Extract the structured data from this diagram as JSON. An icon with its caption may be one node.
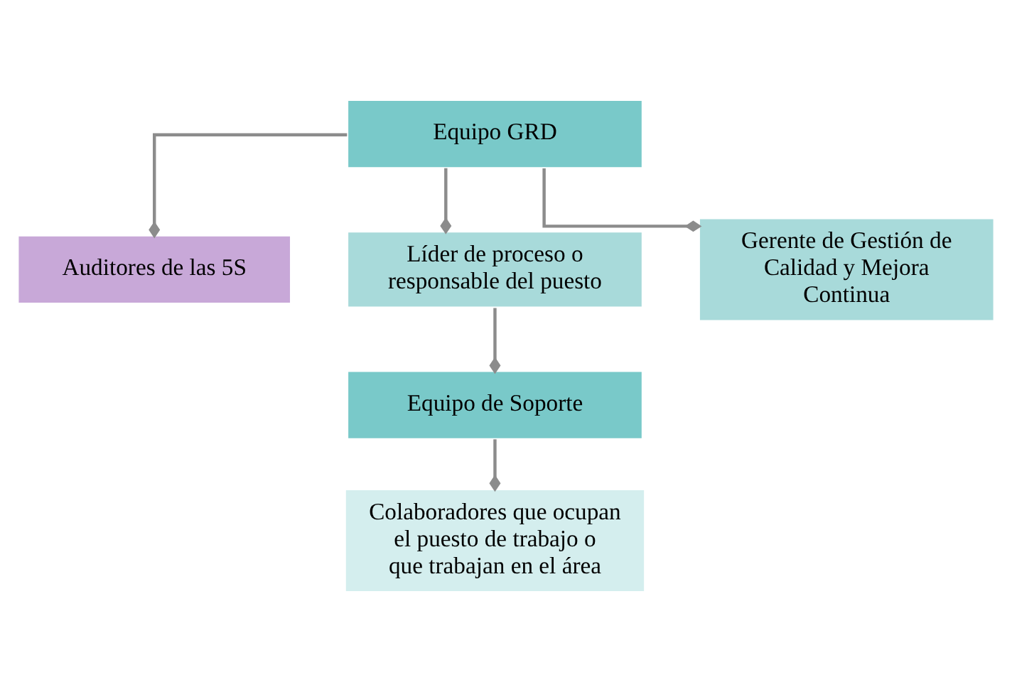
{
  "diagram": {
    "nodes": [
      {
        "text": [
          "Equipo GRD"
        ]
      },
      {
        "text": [
          "Auditores de las 5S"
        ]
      },
      {
        "text": [
          "Líder de proceso o responsable del puesto"
        ]
      },
      {
        "text": [
          "Gerente de Gestión de Calidad y Mejora Continua"
        ]
      },
      {
        "text": [
          "Equipo de Soporte"
        ]
      },
      {
        "text": [
          "Colaboradores que ocupan el puesto de trabajo o que trabajan en el área"
        ]
      }
    ],
    "edges": [
      {
        "from": 0,
        "to": 1,
        "arrow": "other"
      },
      {
        "from": 0,
        "to": 2,
        "arrow": "other"
      },
      {
        "from": 0,
        "to": 3,
        "arrow": "other"
      },
      {
        "from": 2,
        "to": 4,
        "arrow": "other"
      },
      {
        "from": 4,
        "to": 5,
        "arrow": "other"
      }
    ]
  }
}
